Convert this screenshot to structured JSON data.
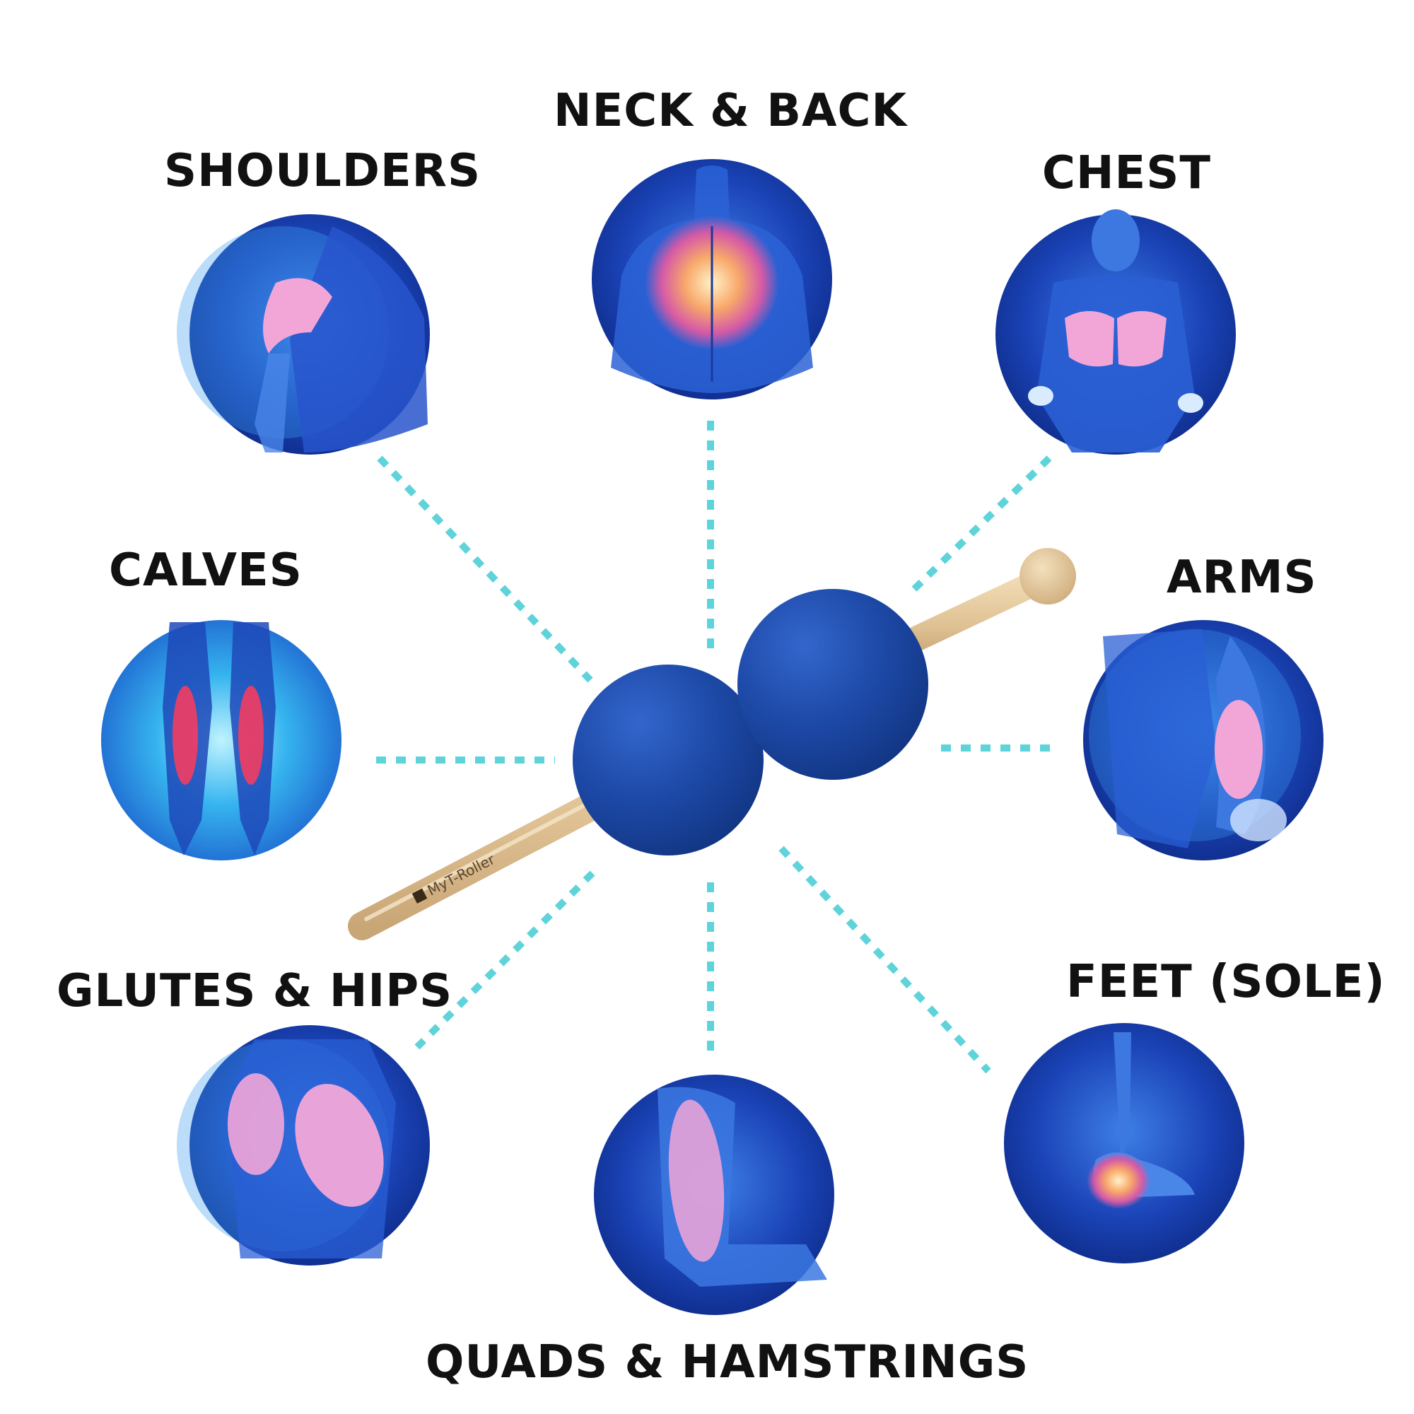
{
  "labels": {
    "neck_back": "NECK & BACK",
    "shoulders": "SHOULDERS",
    "chest": "CHEST",
    "calves": "CALVES",
    "arms": "ARMS",
    "glutes_hips": "GLUTES & HIPS",
    "feet_sole": "FEET (SOLE)",
    "quads_hamstrings": "QUADS & HAMSTRINGS"
  },
  "product": {
    "brand": "MyT-Roller"
  },
  "colors": {
    "connector": "#5fd3da",
    "ball": "#1e4aa8",
    "wood": "#e3c79b",
    "highlight_muscle": "#f2a6d8"
  },
  "icons": {
    "neck_back": "back-muscles-icon",
    "shoulders": "shoulder-muscles-icon",
    "chest": "chest-muscles-icon",
    "calves": "calf-muscles-icon",
    "arms": "arm-muscles-icon",
    "glutes_hips": "glute-muscles-icon",
    "feet_sole": "foot-icon",
    "quads_hamstrings": "thigh-muscles-icon"
  }
}
